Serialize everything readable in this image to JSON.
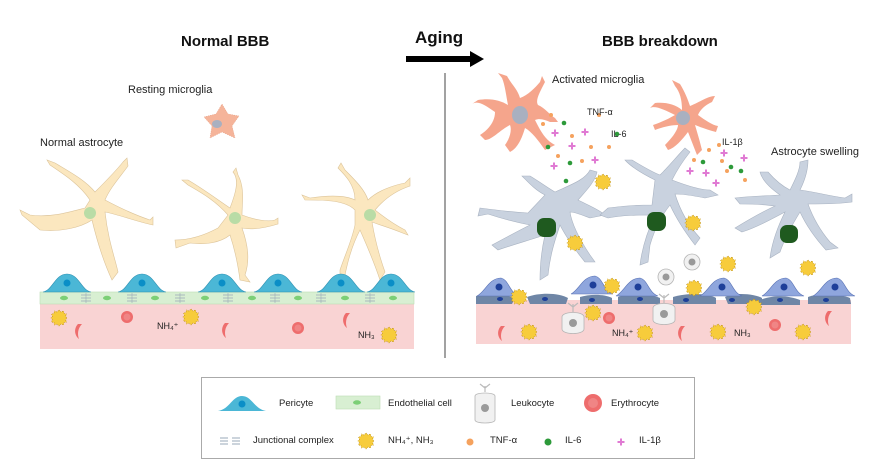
{
  "titles": {
    "left": "Normal BBB",
    "right": "BBB breakdown",
    "transition": "Aging"
  },
  "left_panel": {
    "labels": {
      "resting_microglia": "Resting microglia",
      "normal_astrocyte": "Normal astrocyte",
      "nh4": "NH₄⁺",
      "nh3": "NH₃"
    }
  },
  "right_panel": {
    "labels": {
      "activated_microglia": "Activated microglia",
      "tnf": "TNF-α",
      "il6": "IL-6",
      "il1b": "IL-1β",
      "astrocyte_swelling": "Astrocyte swelling",
      "nh4": "NH₄⁺",
      "nh3": "NH₃"
    }
  },
  "legend": {
    "items": [
      {
        "label": "Pericyte",
        "icon": "pericyte-icon"
      },
      {
        "label": "Endothelial cell",
        "icon": "endothelial-cell-icon"
      },
      {
        "label": "Leukocyte",
        "icon": "leukocyte-icon"
      },
      {
        "label": "Erythrocyte",
        "icon": "erythrocyte-icon"
      },
      {
        "label": "Junctional complex",
        "icon": "junctional-complex-icon"
      },
      {
        "label": "NH₄⁺, NH₃",
        "icon": "ammonia-icon"
      },
      {
        "label": "TNF-α",
        "icon": "tnf-alpha-icon"
      },
      {
        "label": "IL-6",
        "icon": "il6-icon"
      },
      {
        "label": "IL-1β",
        "icon": "il1b-icon"
      }
    ]
  },
  "colors": {
    "normal_astrocyte": "#fbe7bf",
    "astrocyte_nucleus": "#b9dca6",
    "pericyte": "#4bb7d6",
    "endothelial": "#d8efd2",
    "blood_vessel": "#f9d3d3",
    "erythrocyte": "#ee6d6d",
    "ammonia": "#f7cc3b",
    "microglia": "#f5a58c",
    "swollen_astrocyte": "#c9d2df",
    "swollen_nucleus": "#1f5a1f",
    "damaged_endothelial": "#6f86a6",
    "damaged_pericyte": "#8fa6dd",
    "tnf": "#f5a25e",
    "il6": "#2d9a3a",
    "il1b": "#e07ad3"
  }
}
